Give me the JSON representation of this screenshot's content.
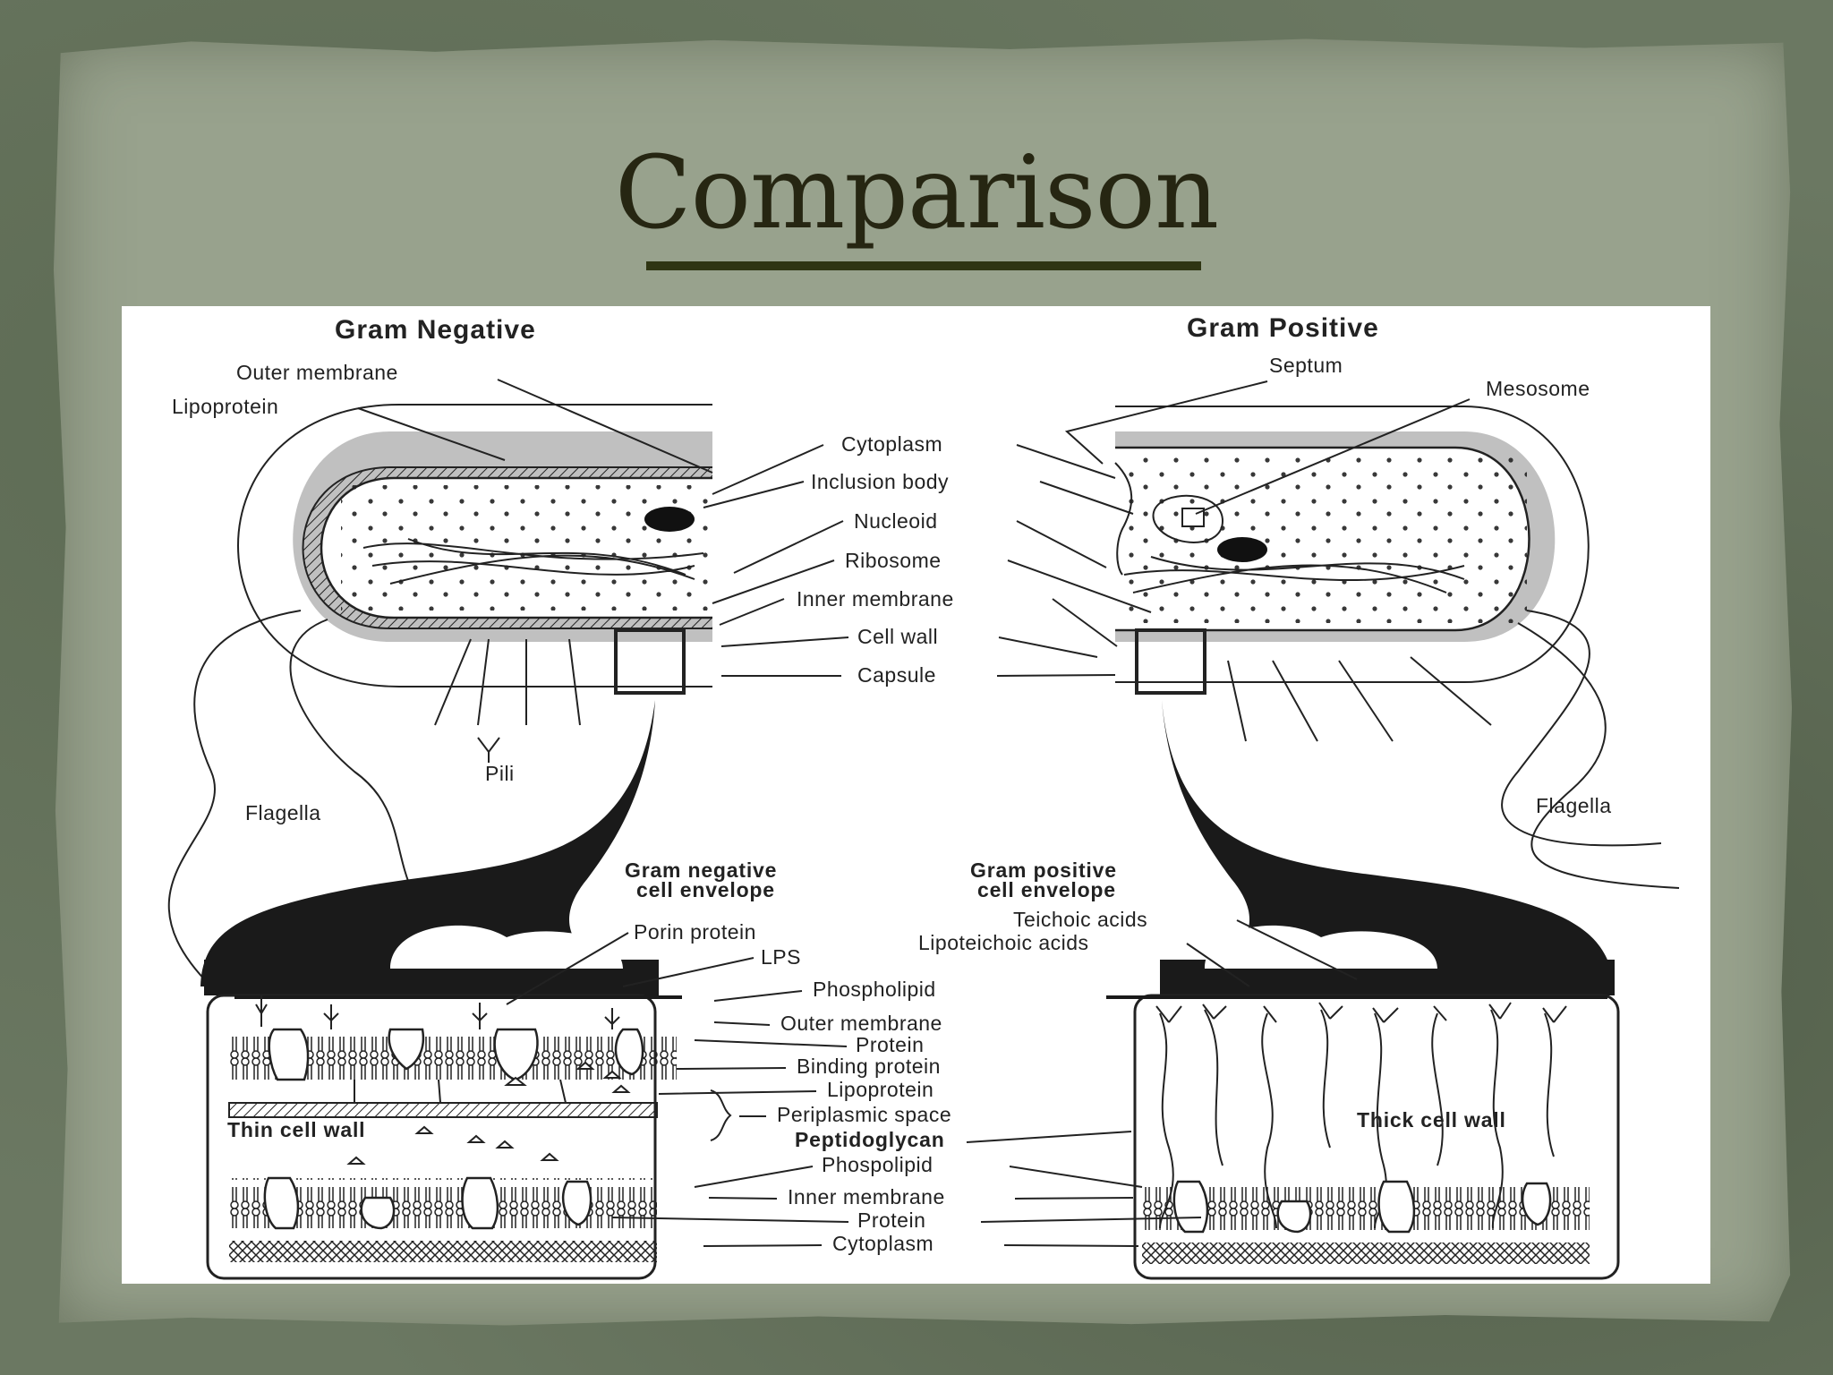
{
  "slide": {
    "title": "Comparison"
  },
  "diagram": {
    "headings": {
      "gram_negative": "Gram Negative",
      "gram_positive": "Gram Positive"
    },
    "cell_left_labels": {
      "outer_membrane": "Outer membrane",
      "lipoprotein": "Lipoprotein",
      "pili": "Pili",
      "flagella": "Flagella"
    },
    "cell_right_labels": {
      "septum": "Septum",
      "mesosome": "Mesosome",
      "flagella": "Flagella"
    },
    "center_labels": {
      "cytoplasm": "Cytoplasm",
      "inclusion_body": "Inclusion body",
      "nucleoid": "Nucleoid",
      "ribosome": "Ribosome",
      "inner_membrane": "Inner membrane",
      "cell_wall": "Cell wall",
      "capsule": "Capsule"
    },
    "envelope_headings": {
      "negative_line1": "Gram negative",
      "negative_line2": "cell envelope",
      "positive_line1": "Gram positive",
      "positive_line2": "cell envelope"
    },
    "envelope_labels": {
      "porin_protein": "Porin protein",
      "lps": "LPS",
      "teichoic_acids": "Teichoic acids",
      "lipoteichoic_acids": "Lipoteichoic acids",
      "phospholipid": "Phospholipid",
      "outer_membrane": "Outer membrane",
      "protein_top": "Protein",
      "binding_protein": "Binding protein",
      "lipoprotein": "Lipoprotein",
      "periplasmic_space": "Periplasmic space",
      "peptidoglycan": "Peptidoglycan",
      "thin_cell_wall": "Thin cell wall",
      "thick_cell_wall": "Thick cell wall",
      "phospolipid": "Phospolipid",
      "inner_membrane": "Inner membrane",
      "protein_bottom": "Protein",
      "cytoplasm": "Cytoplasm"
    }
  }
}
